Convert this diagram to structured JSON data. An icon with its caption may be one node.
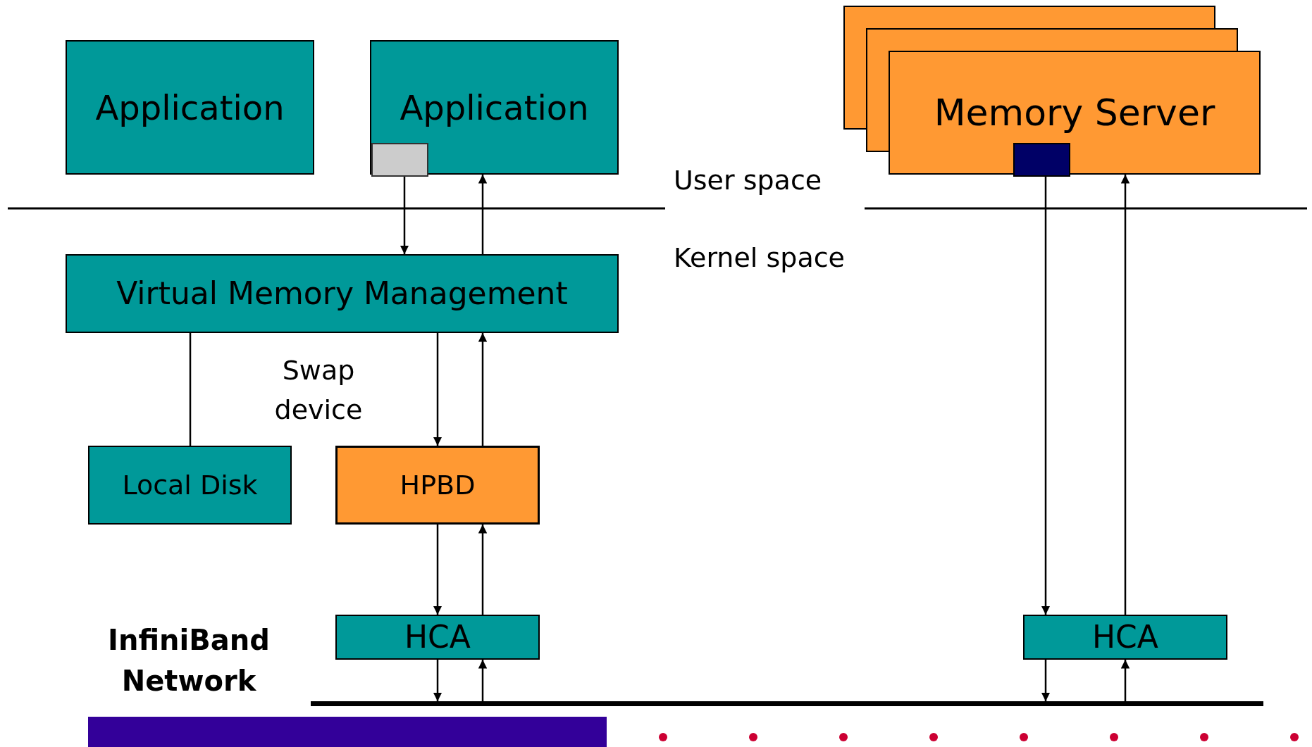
{
  "diagram": {
    "nodes": [
      {
        "text": [
          "Application"
        ]
      },
      {
        "text": [
          "Application"
        ]
      },
      {
        "text": [],
        "shape": "box",
        "in": 1
      },
      {
        "text": [
          "Memory Server"
        ]
      },
      {
        "text": [],
        "shape": "box",
        "in": 3
      },
      {
        "text": [
          "Virtual Memory Management"
        ]
      },
      {
        "text": [
          "Local Disk"
        ]
      },
      {
        "text": [
          "HPBD"
        ]
      },
      {
        "text": [
          "HCA"
        ]
      },
      {
        "text": [
          "HCA"
        ]
      },
      {
        "text": [],
        "shape": "bar"
      }
    ],
    "edges": [
      {
        "from": 2,
        "to": 5,
        "arrow": "to"
      },
      {
        "from": 5,
        "to": 1,
        "arrow": "to"
      },
      {
        "from": 5,
        "to": 6,
        "arrow": "none"
      },
      {
        "from": 5,
        "to": 7,
        "arrow": "to"
      },
      {
        "from": 7,
        "to": 5,
        "arrow": "to"
      },
      {
        "from": 7,
        "to": 8,
        "arrow": "to"
      },
      {
        "from": 8,
        "to": 7,
        "arrow": "to"
      },
      {
        "from": 8,
        "to": 10,
        "arrow": "to"
      },
      {
        "from": 10,
        "to": 8,
        "arrow": "to"
      },
      {
        "from": 4,
        "to": 9,
        "arrow": "to"
      },
      {
        "from": 9,
        "to": 3,
        "arrow": "to"
      },
      {
        "from": 9,
        "to": 10,
        "arrow": "to"
      },
      {
        "from": 10,
        "to": 9,
        "arrow": "to"
      }
    ],
    "labels": [
      "User space",
      "Kernel space",
      "Swap device",
      "InfiniBand Network"
    ]
  }
}
